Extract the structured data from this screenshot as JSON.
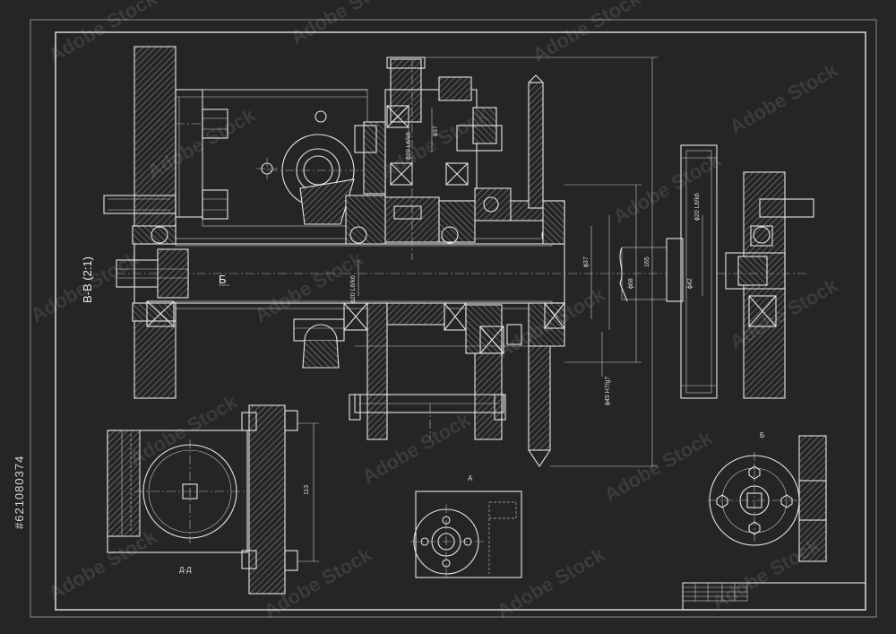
{
  "drawing": {
    "section_label": "B-B (2:1)",
    "arrow_label": "Б",
    "view_labels": {
      "section_dd": "Д-Д",
      "view_a": "А",
      "view_b": "Б"
    },
    "dimensions": {
      "d_20_l6_k6_a": "ϕ20 L6/k6",
      "d_20_l6_k6_b": "ϕ20 L6/k6",
      "d_20_l6_k6_c": "ϕ20 L6/k6",
      "d_37_a": "ϕ37",
      "d_37_b": "ϕ37",
      "d_68": "ϕ68",
      "d_165": "165",
      "d_42": "ϕ42",
      "d_45_h7_g7": "ϕ45 H7/g7",
      "d_113": "113"
    }
  },
  "watermark": {
    "text": "Adobe Stock",
    "stock_number": "#621080374"
  },
  "colors": {
    "background": "#262424",
    "line": "#e6e6e6"
  }
}
